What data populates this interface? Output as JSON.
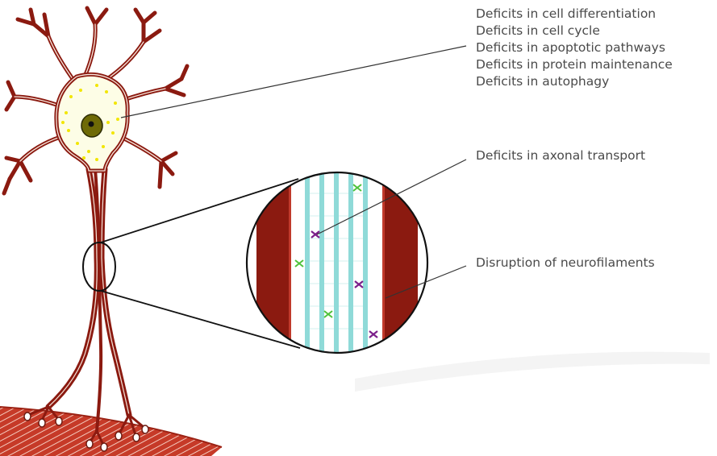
{
  "labels": {
    "soma_deficits": [
      "Deficits in cell differentiation",
      "Deficits in cell cycle",
      "Deficits in apoptotic pathways",
      "Deficits in protein maintenance",
      "Deficits in autophagy"
    ],
    "axonal_transport": "Deficits in axonal transport",
    "neurofilaments": "Disruption of neurofilaments"
  },
  "colors": {
    "neuron_body": "#8b1a10",
    "neuron_highlight": "#f7e6dc",
    "cytoplasm": "#fdfde6",
    "cytoplasm_dots": "#f2e600",
    "nucleus": "#6e6a06",
    "nucleolus": "#111111",
    "microtubule": "#8fdad8",
    "motor_green": "#4ec23a",
    "motor_purple": "#7b1e8a",
    "muscle": "#c0392b",
    "leader_line": "#333333"
  }
}
